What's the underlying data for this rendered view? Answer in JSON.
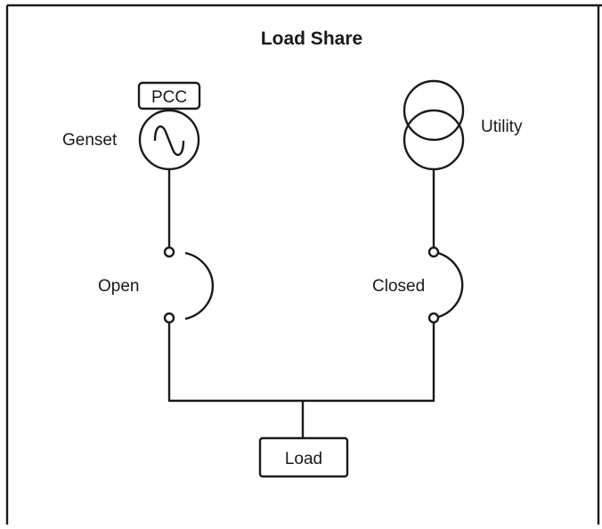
{
  "diagram": {
    "title": "Load Share",
    "controller_label": "PCC",
    "genset_label": "Genset",
    "utility_label": "Utility",
    "genset_breaker_state": "Open",
    "utility_breaker_state": "Closed",
    "load_label": "Load"
  }
}
